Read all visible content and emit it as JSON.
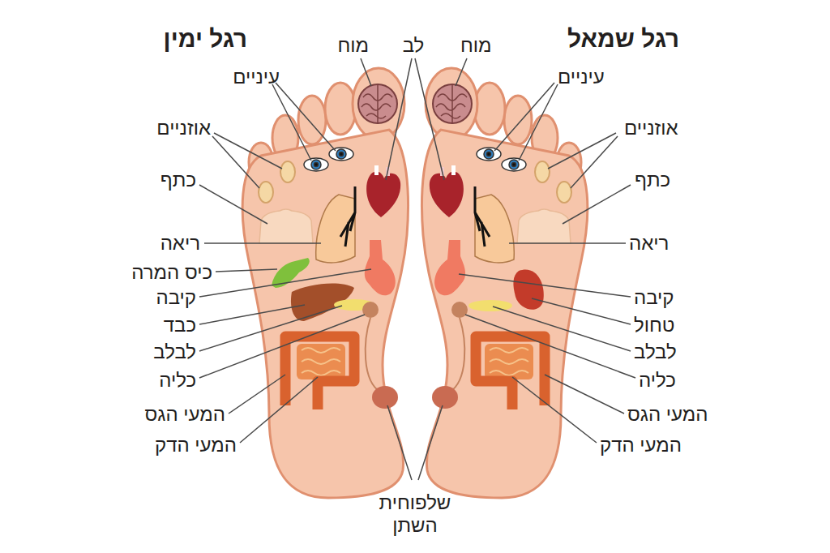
{
  "diagram": {
    "labels": [
      "רגל ימין",
      "מוח",
      "לב",
      "מוח",
      "רגל שמאל",
      "עיניים",
      "עיניים",
      "אוזניים",
      "אוזניים",
      "כתף",
      "כתף",
      "ריאה",
      "ריאה",
      "כיס המרה",
      "קיבה",
      "קיבה",
      "כבד",
      "טחול",
      "לבלב",
      "לבלב",
      "כליה",
      "כליה",
      "המעי הגס",
      "המעי הגס",
      "המעי הדק",
      "המעי הדק",
      "שלפוחית השתן"
    ]
  }
}
